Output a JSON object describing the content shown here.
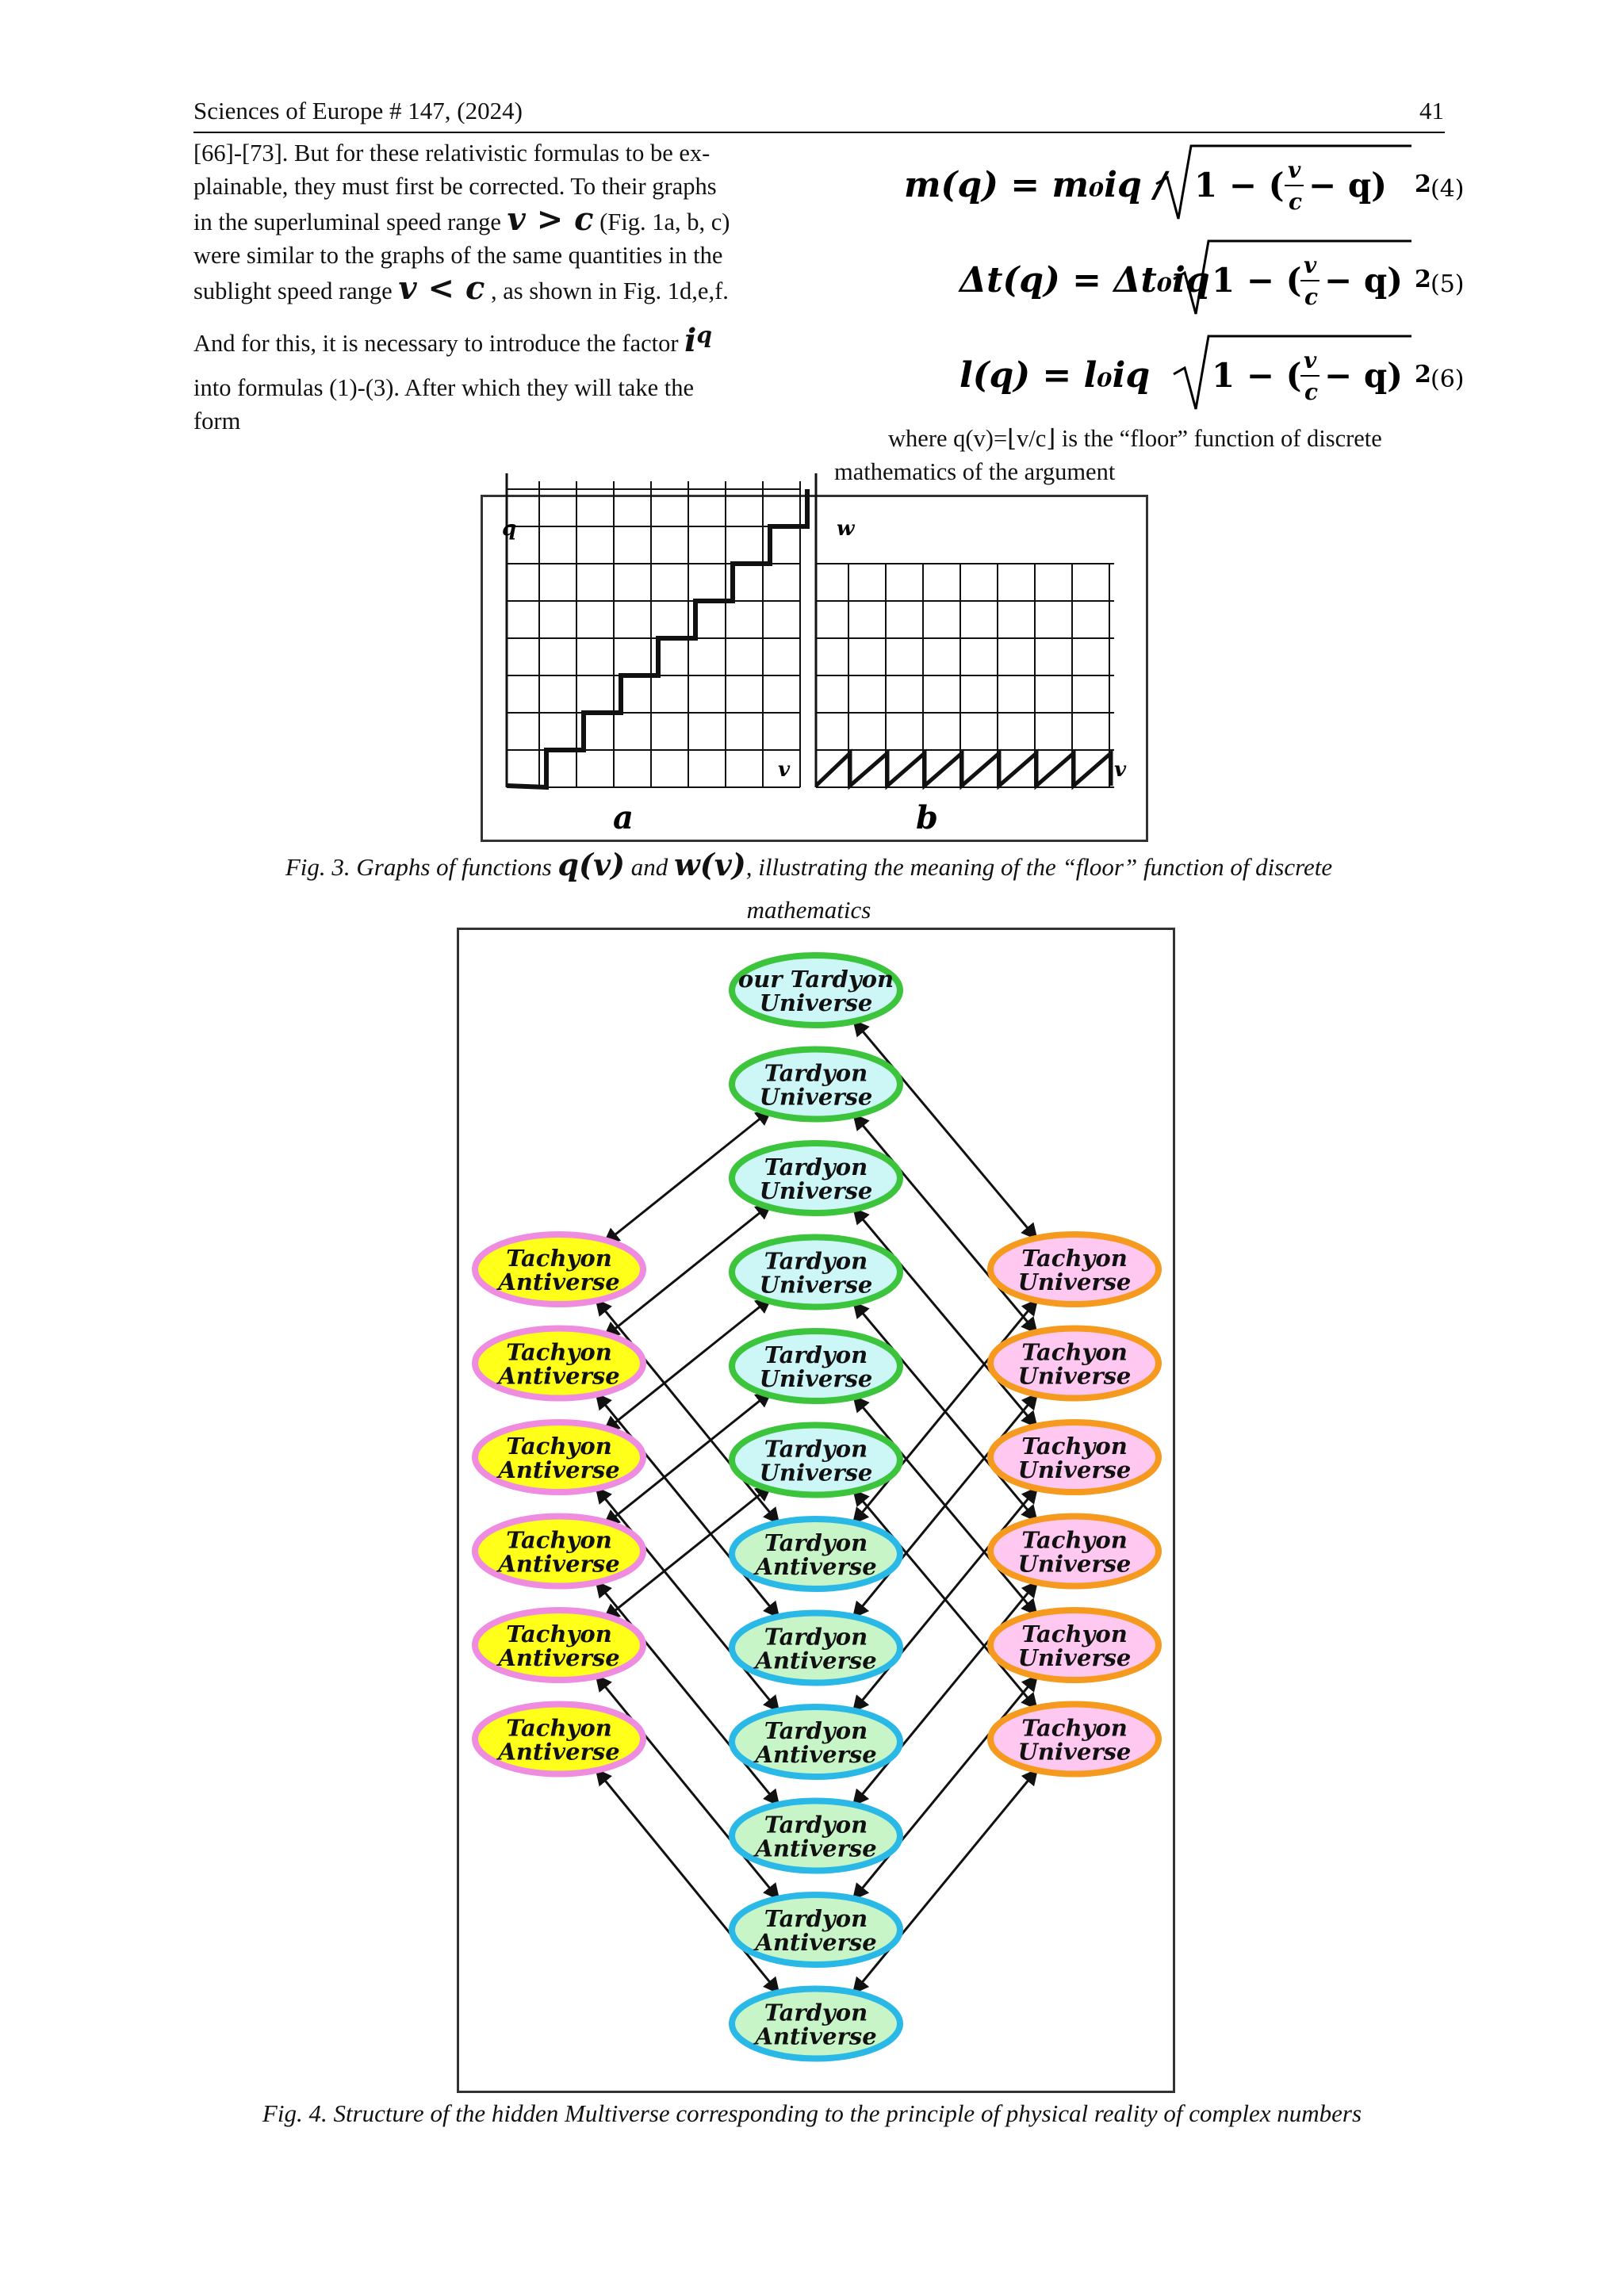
{
  "header": {
    "journal": "Sciences of Europe # 147, (2024)",
    "page_number": "41"
  },
  "paragraph": {
    "line1": "[66]-[73]. But for these relativistic formulas to be ex-",
    "line2": "plainable, they must first be corrected. To their graphs",
    "line3a": "in the superluminal speed range",
    "line3m": "v > c",
    "line3b": "(Fig. 1a, b, c)",
    "line4": "were similar to the graphs of the same quantities in the",
    "line5a": "sublight speed range",
    "line5m": "v < c",
    "line5b": ", as shown in Fig. 1d,e,f.",
    "line6a": "And for this, it is necessary to introduce the factor",
    "line6m": "i",
    "line6sup": "q",
    "line7": "into formulas (1)-(3). After which they will take the",
    "line8": "form"
  },
  "equations": [
    {
      "lhs": "m(q) = m₀iq /",
      "number": "(4)"
    },
    {
      "lhs": "Δt(q) = Δt₀iq",
      "number": "(5)"
    },
    {
      "lhs": "l(q) = l₀iq",
      "number": "(6)"
    }
  ],
  "eq_parts": {
    "one_minus": "1 − (",
    "v": "v",
    "c": "c",
    "minus_q": "− q)",
    "exp": "2"
  },
  "floor_note": {
    "line1": "where q(v)=⌊v/c⌋ is the “floor” function of discrete",
    "line2": "mathematics of the argument"
  },
  "fig3": {
    "panel_a": {
      "label": "a",
      "y_axis": "q",
      "x_axis": "v"
    },
    "panel_b": {
      "label": "b",
      "y_axis": "w",
      "x_axis": "v"
    },
    "caption_pre": "Fig. 3. Graphs of functions",
    "caption_q": "q(v)",
    "caption_and": "and",
    "caption_w": "w(v)",
    "caption_post": ", illustrating the meaning of the “floor” function of discrete",
    "caption_line2": "mathematics"
  },
  "fig4": {
    "center": [
      [
        "our Tardyon",
        "Universe"
      ],
      [
        "Tardyon",
        "Universe"
      ],
      [
        "Tardyon",
        "Universe"
      ],
      [
        "Tardyon",
        "Universe"
      ],
      [
        "Tardyon",
        "Universe"
      ],
      [
        "Tardyon",
        "Universe"
      ],
      [
        "Tardyon",
        "Antiverse"
      ],
      [
        "Tardyon",
        "Antiverse"
      ],
      [
        "Tardyon",
        "Antiverse"
      ],
      [
        "Tardyon",
        "Antiverse"
      ],
      [
        "Tardyon",
        "Antiverse"
      ],
      [
        "Tardyon",
        "Antiverse"
      ]
    ],
    "left": [
      [
        "Tachyon",
        "Antiverse"
      ],
      [
        "Tachyon",
        "Antiverse"
      ],
      [
        "Tachyon",
        "Antiverse"
      ],
      [
        "Tachyon",
        "Antiverse"
      ],
      [
        "Tachyon",
        "Antiverse"
      ],
      [
        "Tachyon",
        "Antiverse"
      ]
    ],
    "right": [
      [
        "Tachyon",
        "Universe"
      ],
      [
        "Tachyon",
        "Universe"
      ],
      [
        "Tachyon",
        "Universe"
      ],
      [
        "Tachyon",
        "Universe"
      ],
      [
        "Tachyon",
        "Universe"
      ],
      [
        "Tachyon",
        "Universe"
      ]
    ],
    "colors": {
      "tardyon_universe_fill": "#cdf6f6",
      "tardyon_universe_ring": "#3cc43c",
      "tardyon_antiverse_fill": "#c8f5c8",
      "tardyon_antiverse_ring": "#2ab8e6",
      "tachyon_antiverse_fill": "#ffff1a",
      "tachyon_antiverse_ring": "#f08ce0",
      "tachyon_universe_fill": "#ffc8f0",
      "tachyon_universe_ring": "#f59a1e"
    },
    "caption": "Fig. 4. Structure of the hidden Multiverse corresponding to the principle of physical reality of complex numbers"
  }
}
